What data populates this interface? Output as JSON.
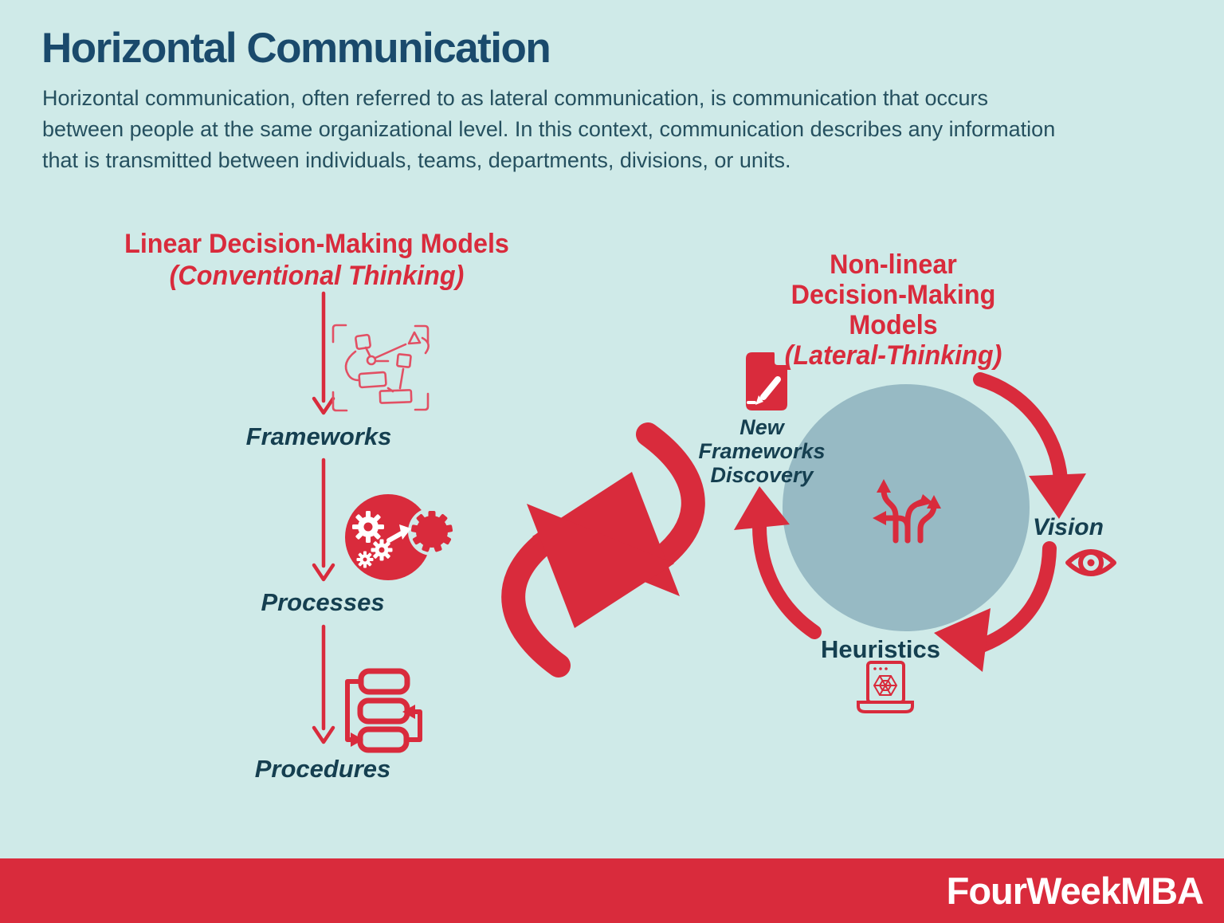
{
  "header": {
    "title": "Horizontal Communication",
    "description": "Horizontal communication, often referred to as lateral communication, is communication that occurs between people at the same organizational level. In this context, communication describes any information that is transmitted between individuals, teams, departments, divisions, or units."
  },
  "linear_model": {
    "heading": "Linear Decision-Making Models",
    "subheading": "(Conventional Thinking)",
    "steps": [
      "Frameworks",
      "Processes",
      "Procedures"
    ]
  },
  "nonlinear_model": {
    "heading_lines": [
      "Non-linear",
      "Decision-Making",
      "Models"
    ],
    "subheading": "(Lateral-Thinking)",
    "nodes": [
      "New Frameworks Discovery",
      "Vision",
      "Heuristics"
    ]
  },
  "footer": {
    "brand": "FourWeekMBA"
  },
  "icons": [
    "frameworks-sketch-icon",
    "processes-gears-icon",
    "procedures-flowchart-icon",
    "exchange-arrows-icon",
    "document-pencil-icon",
    "vision-eye-icon",
    "heuristics-laptop-icon",
    "branching-paths-icon",
    "cycle-arrow-top-icon",
    "cycle-arrow-right-icon",
    "cycle-arrow-left-icon",
    "down-arrow-icon"
  ],
  "colors": {
    "accent_red": "#d92b3c",
    "sketch_red": "#e25064",
    "navy": "#1a4a6c",
    "label_dark": "#153f50",
    "background": "#cfeae8",
    "circle_blue": "#97bac4",
    "footer_text": "#ffffff"
  }
}
